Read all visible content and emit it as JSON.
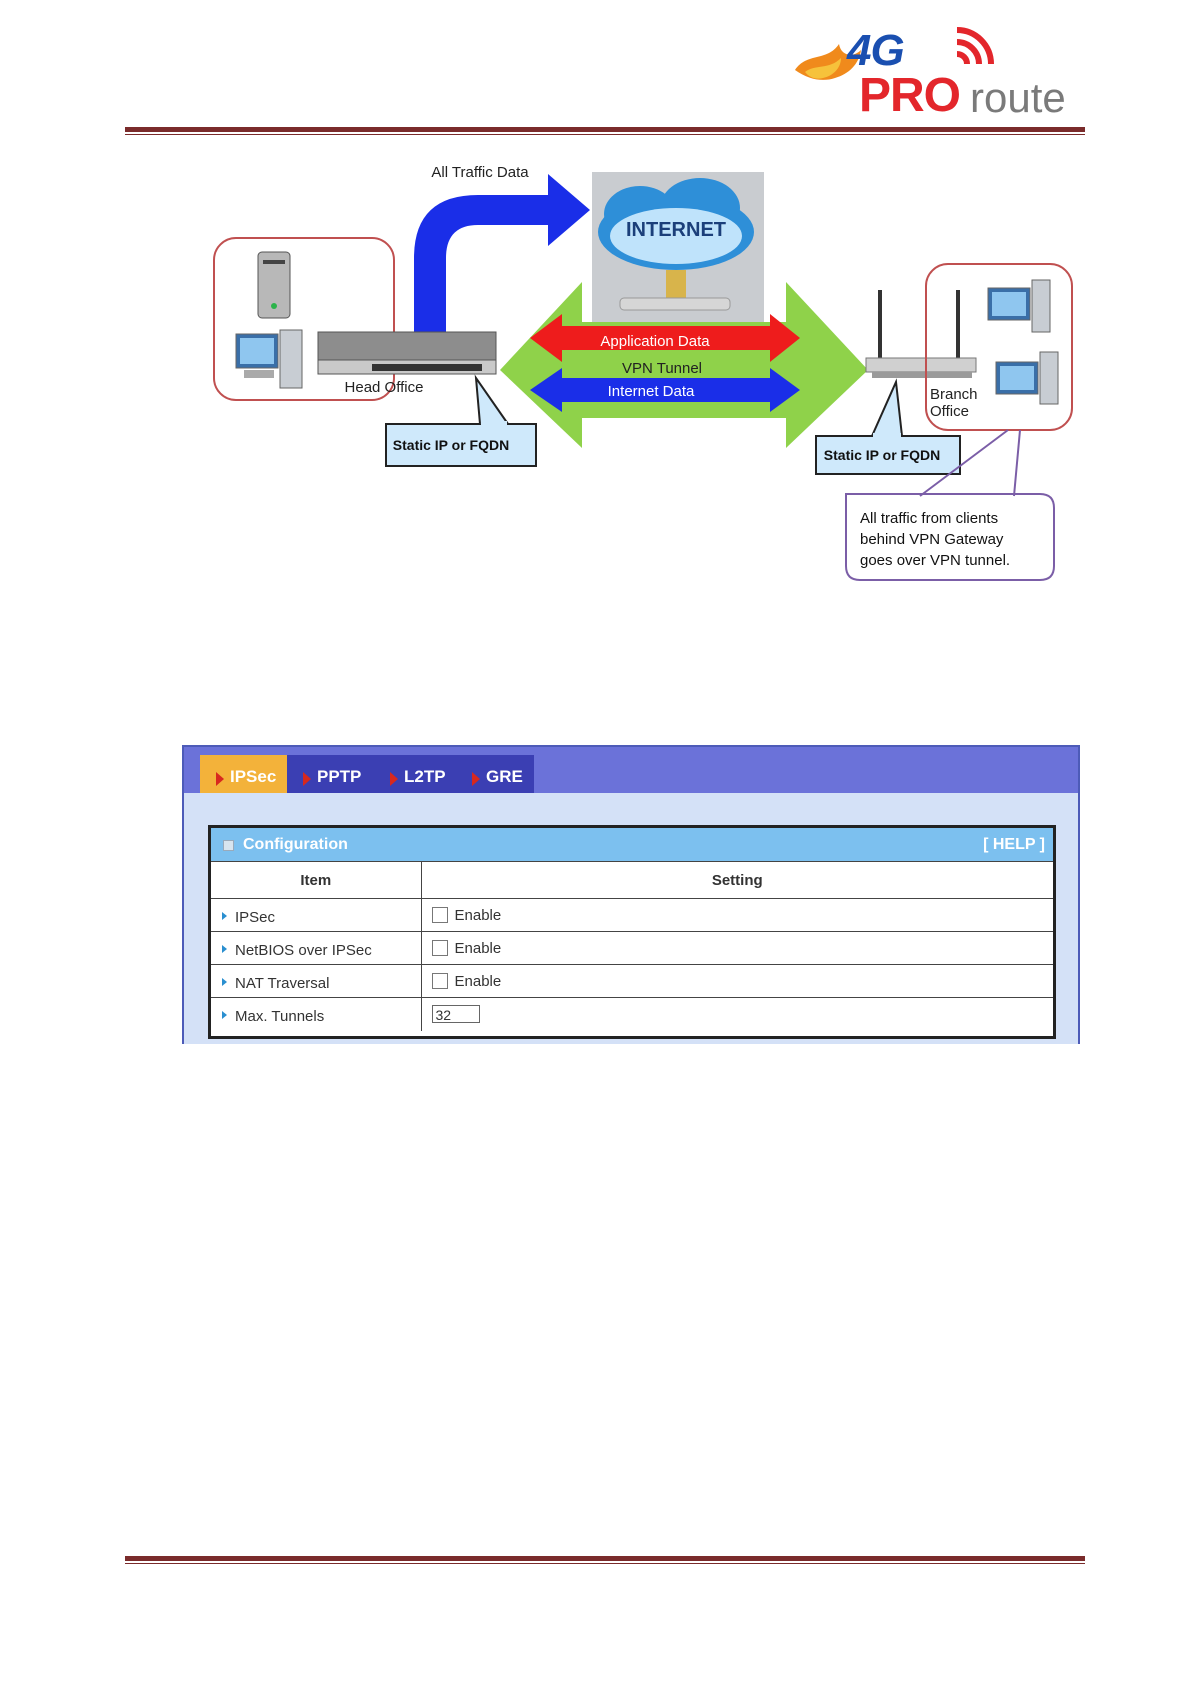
{
  "logo": {
    "line1": "4G",
    "line2_bold": "PRO",
    "line2_light": "route"
  },
  "diagram": {
    "all_traffic_label": "All Traffic Data",
    "internet_label": "INTERNET",
    "application_data": "Application Data",
    "vpn_tunnel": "VPN Tunnel",
    "internet_data": "Internet Data",
    "head_office": "Head Office",
    "branch_office_line1": "Branch",
    "branch_office_line2": "Office",
    "callout_left": "Static IP or FQDN",
    "callout_right": "Static IP or FQDN",
    "note_line1": "All traffic from clients",
    "note_line2": "behind VPN Gateway",
    "note_line3": "goes over VPN tunnel."
  },
  "tabs": [
    {
      "label": "IPSec",
      "active": true
    },
    {
      "label": "PPTP",
      "active": false
    },
    {
      "label": "L2TP",
      "active": false
    },
    {
      "label": "GRE",
      "active": false
    }
  ],
  "config": {
    "title": "Configuration",
    "help": "[ HELP ]",
    "col_item": "Item",
    "col_setting": "Setting",
    "rows": [
      {
        "label": "IPSec",
        "type": "checkbox",
        "text": "Enable",
        "checked": false
      },
      {
        "label": "NetBIOS over IPSec",
        "type": "checkbox",
        "text": "Enable",
        "checked": false
      },
      {
        "label": "NAT Traversal",
        "type": "checkbox",
        "text": "Enable",
        "checked": false
      },
      {
        "label": "Max. Tunnels",
        "type": "text",
        "value": "32"
      }
    ]
  },
  "colors": {
    "rule": "#7a2b2b",
    "tabbar": "#6b72d9",
    "tab_active": "#f3b23a",
    "config_header": "#7cc0ef"
  }
}
